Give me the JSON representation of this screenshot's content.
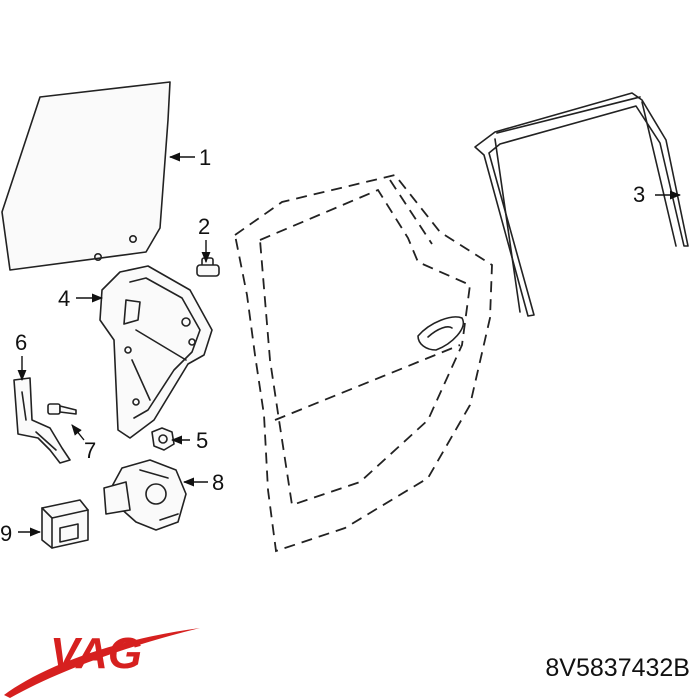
{
  "brand": {
    "logo": "VAG",
    "accent_color": "#d6201f"
  },
  "part_number": "8V5837432B",
  "callouts": [
    {
      "id": 1,
      "label": "1",
      "part": "window-glass"
    },
    {
      "id": 2,
      "label": "2",
      "part": "bolt"
    },
    {
      "id": 3,
      "label": "3",
      "part": "window-channel-seal"
    },
    {
      "id": 4,
      "label": "4",
      "part": "window-regulator"
    },
    {
      "id": 5,
      "label": "5",
      "part": "nut"
    },
    {
      "id": 6,
      "label": "6",
      "part": "guide-rail"
    },
    {
      "id": 7,
      "label": "7",
      "part": "screw"
    },
    {
      "id": 8,
      "label": "8",
      "part": "regulator-motor"
    },
    {
      "id": 9,
      "label": "9",
      "part": "control-module"
    }
  ]
}
